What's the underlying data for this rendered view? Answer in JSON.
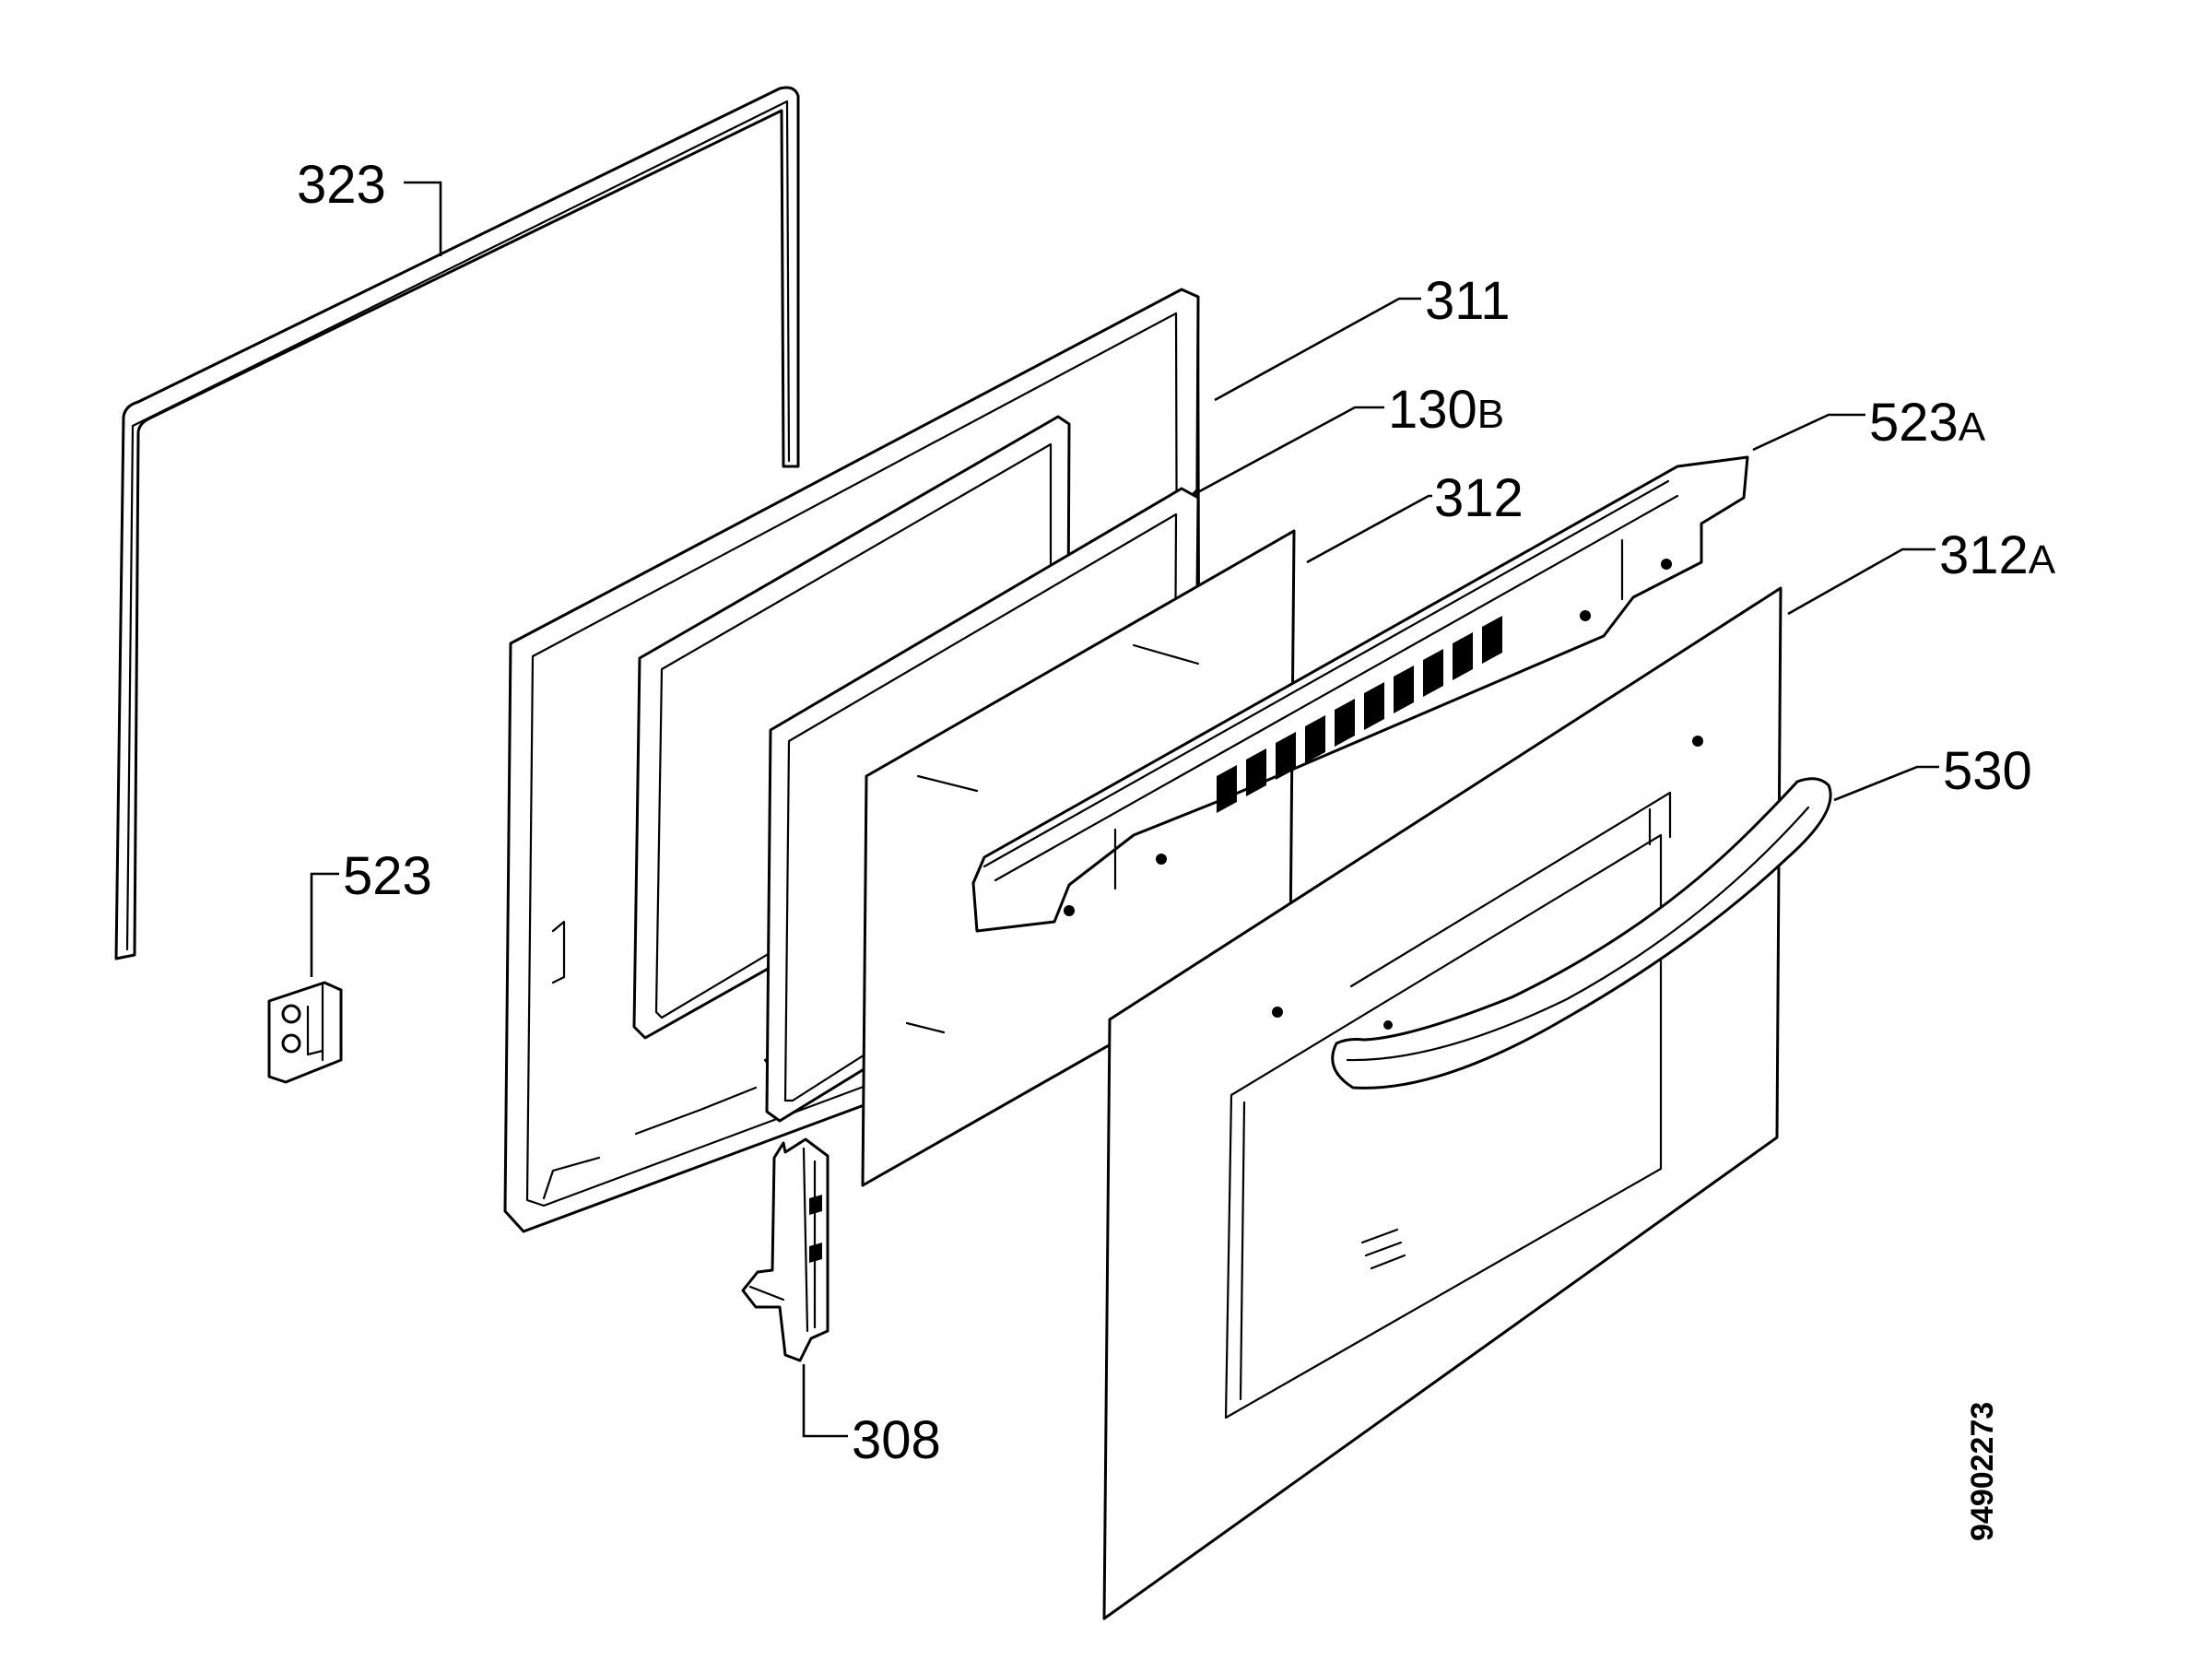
{
  "parts": [
    {
      "id": "door-seal",
      "number": "323",
      "suffix": ""
    },
    {
      "id": "inner-door-frame",
      "number": "311",
      "suffix": ""
    },
    {
      "id": "inner-glass-frame",
      "number": "130",
      "suffix": "B"
    },
    {
      "id": "inner-glass",
      "number": "312",
      "suffix": ""
    },
    {
      "id": "top-profile",
      "number": "523",
      "suffix": "A"
    },
    {
      "id": "outer-glass",
      "number": "312",
      "suffix": "A"
    },
    {
      "id": "handle",
      "number": "530",
      "suffix": ""
    },
    {
      "id": "hinge-bracket",
      "number": "523",
      "suffix": ""
    },
    {
      "id": "hinge",
      "number": "308",
      "suffix": ""
    }
  ],
  "document_number": "94902273",
  "colors": {
    "line": "#000000",
    "background": "#ffffff"
  }
}
